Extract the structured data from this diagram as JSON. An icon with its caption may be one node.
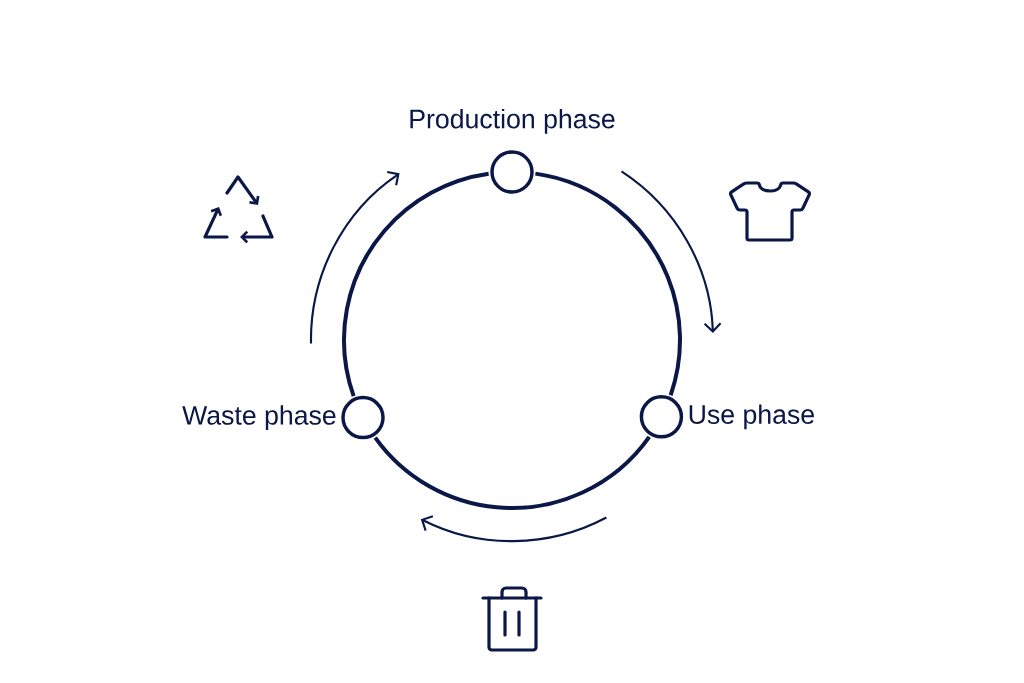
{
  "diagram": {
    "nodes": [
      {
        "text": [
          "Production phase"
        ]
      },
      {
        "text": [
          "Use phase"
        ]
      },
      {
        "text": [
          "Waste phase"
        ]
      }
    ],
    "edges": [
      {
        "from": 0,
        "to": 1,
        "arrow": "none"
      },
      {
        "from": 1,
        "to": 2,
        "arrow": "none"
      },
      {
        "from": 2,
        "to": 0,
        "arrow": "none"
      }
    ]
  }
}
